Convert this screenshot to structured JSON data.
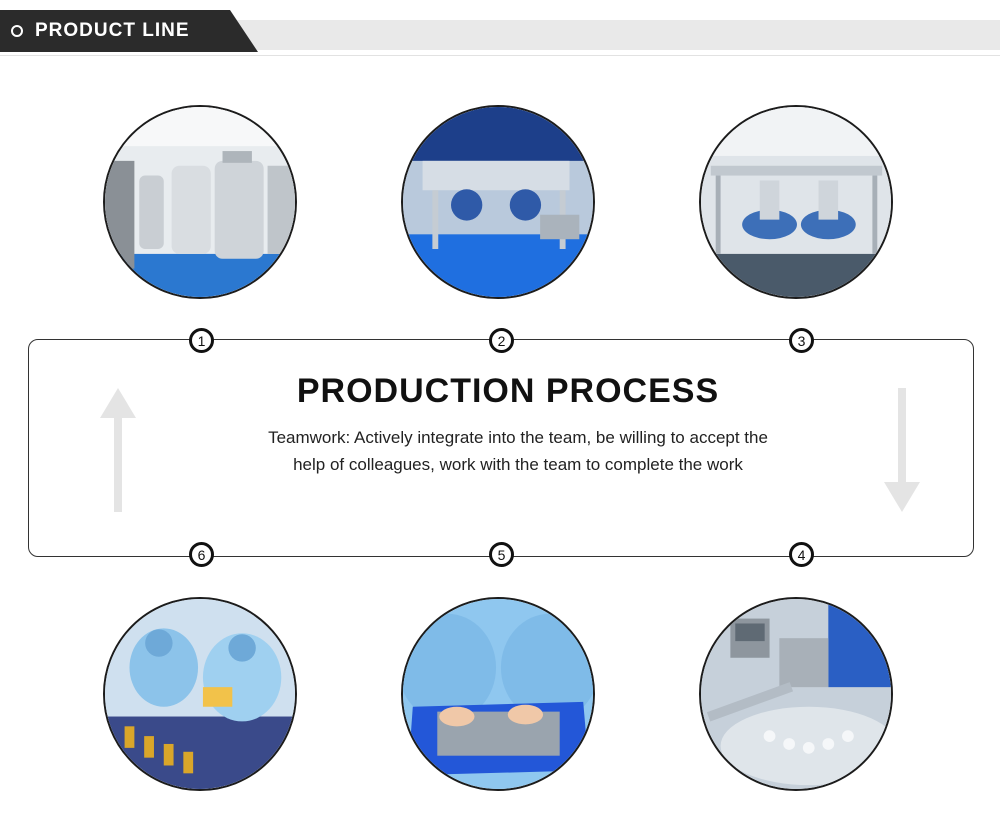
{
  "header": {
    "title": "PRODUCT LINE"
  },
  "process": {
    "title": "PRODUCTION PROCESS",
    "description": "Teamwork: Actively integrate into the team, be willing to accept the help of colleagues, work with the team to complete the work"
  },
  "steps": [
    {
      "number": "1"
    },
    {
      "number": "2"
    },
    {
      "number": "3"
    },
    {
      "number": "4"
    },
    {
      "number": "5"
    },
    {
      "number": "6"
    }
  ],
  "colors": {
    "accent": "#2b2b2b",
    "strip": "#e9e9e9",
    "blue": "#1f5fbf"
  }
}
